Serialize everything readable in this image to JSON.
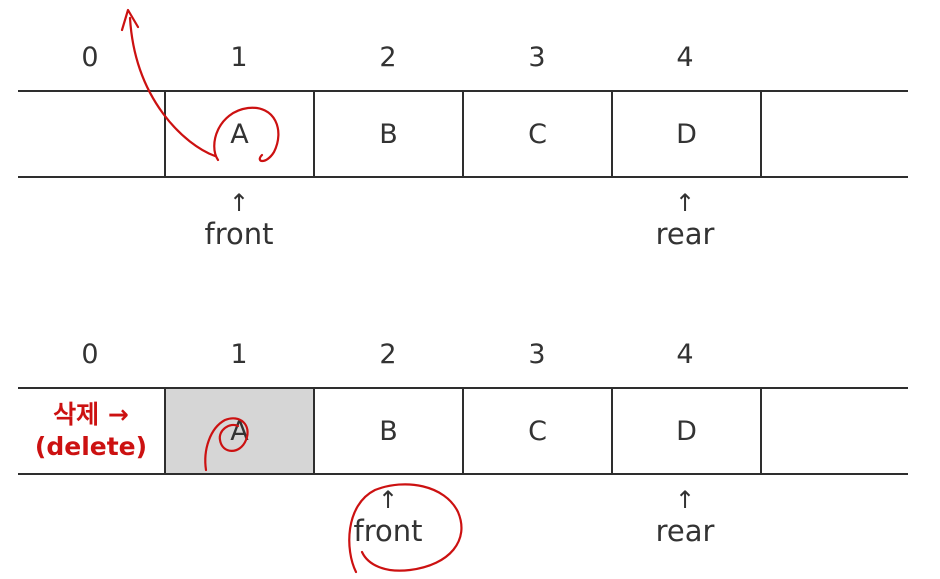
{
  "queues": [
    {
      "indices": [
        "0",
        "1",
        "2",
        "3",
        "4"
      ],
      "cells": [
        "",
        "A",
        "B",
        "C",
        "D",
        ""
      ],
      "pointers": [
        {
          "arrow": "↑",
          "name": "front"
        },
        {
          "arrow": "↑",
          "name": "rear"
        }
      ]
    },
    {
      "indices": [
        "0",
        "1",
        "2",
        "3",
        "4"
      ],
      "delete_label": [
        "삭제 →",
        "(delete)"
      ],
      "cells": [
        "",
        "A",
        "B",
        "C",
        "D",
        ""
      ],
      "deleted_cell_color": "#d6d6d6",
      "pointers": [
        {
          "arrow": "↑",
          "name": "front"
        },
        {
          "arrow": "↑",
          "name": "rear"
        }
      ]
    }
  ],
  "annotation_color": "#cc1111"
}
